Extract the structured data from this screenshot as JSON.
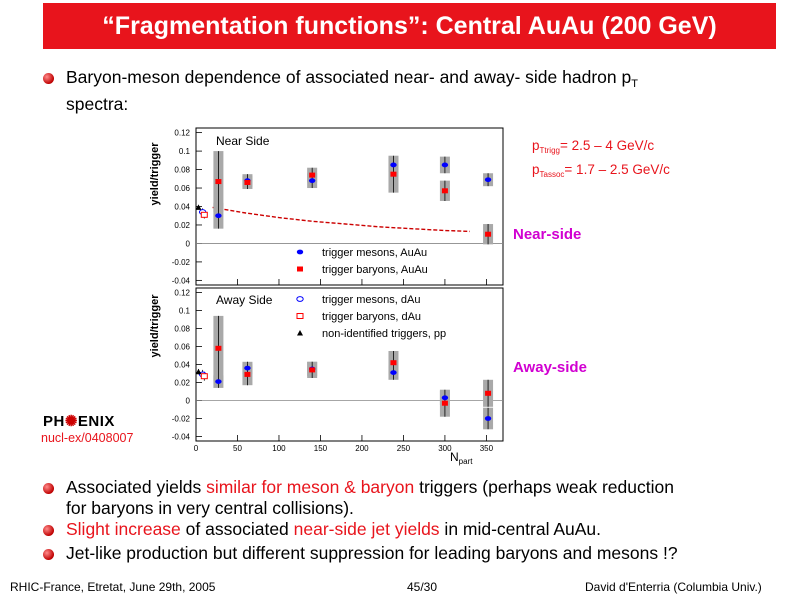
{
  "title": "“Fragmentation functions”: Central AuAu (200 GeV)",
  "intro": {
    "text": "Baryon-meson dependence of associated near- and away- side hadron p",
    "sub": "T",
    "line2": "spectra:"
  },
  "pt": {
    "trig_pre": "p",
    "trig_sub": "Ttrigg",
    "trig_val": "= 2.5 – 4 GeV/c",
    "assoc_pre": "p",
    "assoc_sub": "Tassoc",
    "assoc_val": "= 1.7 – 2.5 GeV/c"
  },
  "labels": {
    "near": "Near-side",
    "away": "Away-side"
  },
  "logo": {
    "left": "PH",
    "right": "ENIX",
    "paper": "nucl-ex/0408007"
  },
  "bullets": [
    {
      "a": "Associated yields ",
      "b": "similar for meson & baryon",
      "c": " triggers (perhaps weak reduction",
      "d": "for baryons in very central collisions)."
    },
    {
      "a": "Slight increase",
      "b": " of associated ",
      "c": "near-side jet yields",
      "d": " in mid-central AuAu."
    },
    {
      "a": "Jet-like production but different suppression for leading baryons and mesons !?"
    }
  ],
  "footer": {
    "left": "RHIC-France, Etretat, June 29th, 2005",
    "center": "45/30",
    "right": "David d'Enterria (Columbia Univ.)"
  },
  "chart_data": [
    {
      "type": "scatter",
      "panel_title": "Near Side",
      "ylabel": "yield/trigger",
      "xlabel": "N_part",
      "xlim": [
        0,
        370
      ],
      "ylim": [
        -0.045,
        0.125
      ],
      "yticks": [
        -0.04,
        -0.02,
        0,
        0.02,
        0.04,
        0.06,
        0.08,
        0.1,
        0.12
      ],
      "ytick_labels": [
        "-0.04",
        "-0.02",
        "0",
        "0.02",
        "0.04",
        "0.06",
        "0.08",
        "0.1",
        "0.12"
      ],
      "legend": [
        {
          "label": "trigger mesons, AuAu",
          "color": "#0000ff",
          "marker": "circle-filled"
        },
        {
          "label": "trigger baryons, AuAu",
          "color": "#ff0000",
          "marker": "square-filled"
        }
      ],
      "series": [
        {
          "name": "trigger mesons, AuAu",
          "marker": "circle-filled",
          "color": "#0000ff",
          "x": [
            27,
            62,
            140,
            238,
            300,
            352
          ],
          "y": [
            0.03,
            0.068,
            0.068,
            0.085,
            0.085,
            0.069
          ],
          "err": [
            0.014,
            0.007,
            0.008,
            0.008,
            0.009,
            0.007
          ]
        },
        {
          "name": "trigger baryons, AuAu",
          "marker": "square-filled",
          "color": "#ff0000",
          "x": [
            27,
            62,
            140,
            238,
            300,
            352
          ],
          "y": [
            0.067,
            0.066,
            0.074,
            0.075,
            0.057,
            0.01
          ],
          "err": [
            0.033,
            0.007,
            0.008,
            0.02,
            0.011,
            0.011
          ]
        },
        {
          "name": "trigger mesons, dAu",
          "marker": "circle-open",
          "color": "#0000ff",
          "x": [
            8
          ],
          "y": [
            0.034
          ],
          "err": [
            0.004
          ]
        },
        {
          "name": "trigger baryons, dAu",
          "marker": "square-open",
          "color": "#ff0000",
          "x": [
            10
          ],
          "y": [
            0.031
          ],
          "err": [
            0.004
          ]
        },
        {
          "name": "non-identified triggers, pp",
          "marker": "triangle",
          "color": "#000000",
          "x": [
            3
          ],
          "y": [
            0.039
          ],
          "err": [
            0.002
          ]
        }
      ],
      "curve": {
        "color": "#cc0000",
        "x": [
          20,
          60,
          100,
          140,
          180,
          220,
          260,
          300,
          330
        ],
        "y": [
          0.039,
          0.033,
          0.028,
          0.024,
          0.021,
          0.018,
          0.016,
          0.014,
          0.013
        ]
      }
    },
    {
      "type": "scatter",
      "panel_title": "Away Side",
      "ylabel": "yield/trigger",
      "xlabel": "N_part",
      "xlim": [
        0,
        370
      ],
      "ylim": [
        -0.045,
        0.125
      ],
      "xticks": [
        0,
        50,
        100,
        150,
        200,
        250,
        300,
        350
      ],
      "xtick_labels": [
        "0",
        "50",
        "100",
        "150",
        "200",
        "250",
        "300",
        "350"
      ],
      "yticks": [
        -0.04,
        -0.02,
        0,
        0.02,
        0.04,
        0.06,
        0.08,
        0.1,
        0.12
      ],
      "ytick_labels": [
        "-0.04",
        "-0.02",
        "0",
        "0.02",
        "0.04",
        "0.06",
        "0.08",
        "0.1",
        "0.12"
      ],
      "legend": [
        {
          "label": "trigger mesons, dAu",
          "color": "#0000ff",
          "marker": "circle-open"
        },
        {
          "label": "trigger baryons, dAu",
          "color": "#ff0000",
          "marker": "square-open"
        },
        {
          "label": "non-identified triggers, pp",
          "color": "#000000",
          "marker": "triangle"
        }
      ],
      "series": [
        {
          "name": "trigger mesons, AuAu",
          "marker": "circle-filled",
          "color": "#0000ff",
          "x": [
            27,
            62,
            140,
            238,
            300,
            352
          ],
          "y": [
            0.021,
            0.036,
            0.035,
            0.031,
            0.003,
            -0.02
          ],
          "err": [
            0.007,
            0.007,
            0.008,
            0.008,
            0.008,
            0.012
          ]
        },
        {
          "name": "trigger baryons, AuAu",
          "marker": "square-filled",
          "color": "#ff0000",
          "x": [
            27,
            62,
            140,
            238,
            300,
            352
          ],
          "y": [
            0.058,
            0.029,
            0.034,
            0.042,
            -0.003,
            0.008
          ],
          "err": [
            0.036,
            0.012,
            0.009,
            0.013,
            0.015,
            0.015
          ]
        },
        {
          "name": "trigger mesons, dAu",
          "marker": "circle-open",
          "color": "#0000ff",
          "x": [
            8
          ],
          "y": [
            0.029
          ],
          "err": [
            0.005
          ]
        },
        {
          "name": "trigger baryons, dAu",
          "marker": "square-open",
          "color": "#ff0000",
          "x": [
            10
          ],
          "y": [
            0.027
          ],
          "err": [
            0.005
          ]
        },
        {
          "name": "non-identified triggers, pp",
          "marker": "triangle",
          "color": "#000000",
          "x": [
            3
          ],
          "y": [
            0.032
          ],
          "err": [
            0.003
          ]
        }
      ]
    }
  ]
}
